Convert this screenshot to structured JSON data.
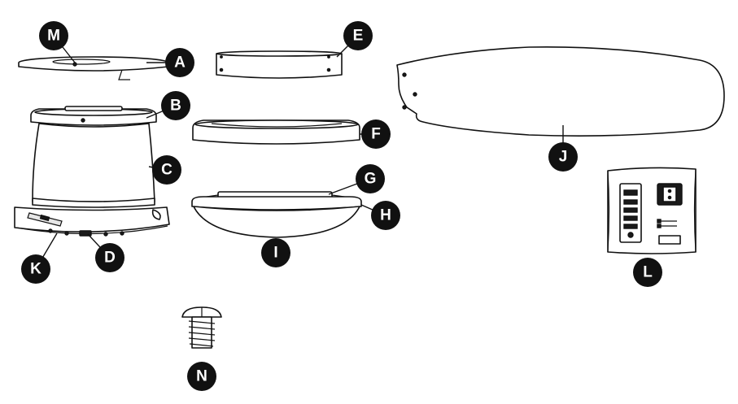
{
  "labels": {
    "A": "A",
    "B": "B",
    "C": "C",
    "D": "D",
    "E": "E",
    "F": "F",
    "G": "G",
    "H": "H",
    "I": "I",
    "J": "J",
    "K": "K",
    "L": "L",
    "M": "M",
    "N": "N"
  },
  "colors": {
    "line": "#111111",
    "badge": "#111111",
    "badge_text": "#ffffff",
    "background": "#ffffff"
  }
}
